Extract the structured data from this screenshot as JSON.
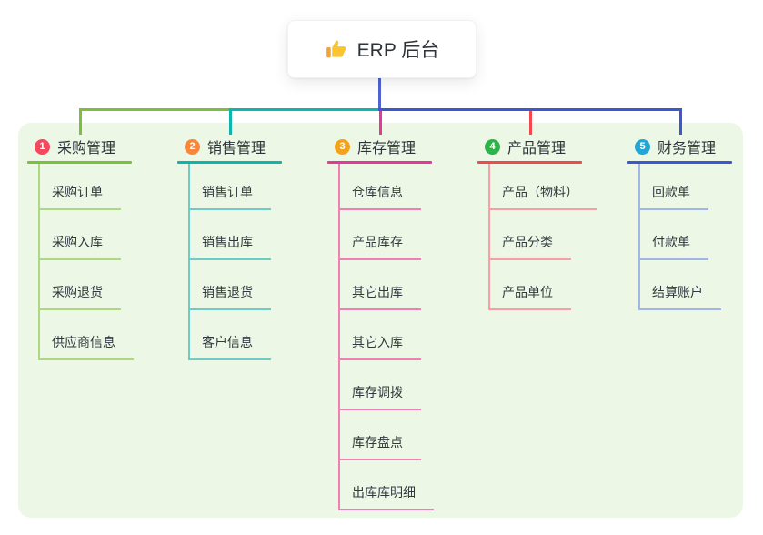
{
  "root": {
    "title": "ERP 后台",
    "icon": "thumbs-up-icon"
  },
  "colors": {
    "panel_bg": "#edf7e6",
    "root_stem": "#4f63d2",
    "emoji_hand": "#fbc531",
    "emoji_cuff": "#f0a33a"
  },
  "branches": [
    {
      "badge": "1",
      "label": "采购管理",
      "badge_color": "#f5485c",
      "line_color": "#7cbf3f",
      "child_line_color": "#abd881",
      "children": [
        "采购订单",
        "采购入库",
        "采购退货",
        "供应商信息"
      ]
    },
    {
      "badge": "2",
      "label": "销售管理",
      "badge_color": "#f8873b",
      "line_color": "#0db5ad",
      "child_line_color": "#6fccc4",
      "children": [
        "销售订单",
        "销售出库",
        "销售退货",
        "客户信息"
      ]
    },
    {
      "badge": "3",
      "label": "库存管理",
      "badge_color": "#f2a31d",
      "line_color": "#e23a96",
      "child_line_color": "#f07fb5",
      "children": [
        "仓库信息",
        "产品库存",
        "其它出库",
        "其它入库",
        "库存调拨",
        "库存盘点",
        "出库库明细"
      ]
    },
    {
      "badge": "4",
      "label": "产品管理",
      "badge_color": "#2cb34a",
      "line_color": "#f2484f",
      "child_line_color": "#f79fa3",
      "children": [
        "产品（物料）",
        "产品分类",
        "产品单位"
      ]
    },
    {
      "badge": "5",
      "label": "财务管理",
      "badge_color": "#22a7d5",
      "line_color": "#3c58d0",
      "child_line_color": "#9fb6e6",
      "children": [
        "回款单",
        "付款单",
        "结算账户"
      ]
    }
  ]
}
